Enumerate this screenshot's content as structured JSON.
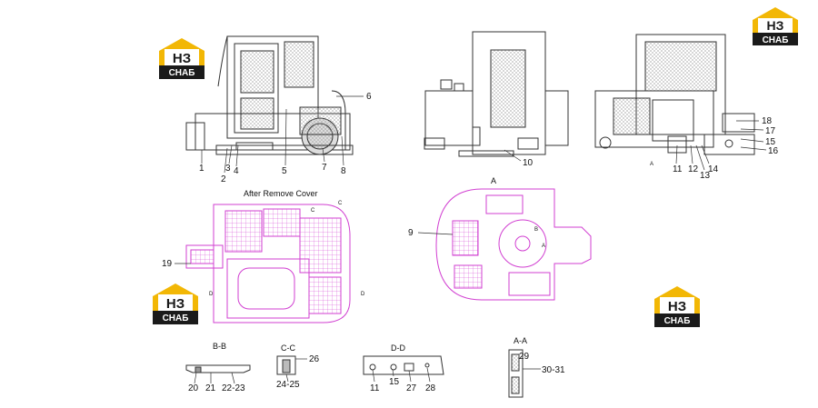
{
  "logo": {
    "mark": "НЗ",
    "caption": "СНАБ"
  },
  "titles": {
    "after_remove_cover": "After Remove Cover",
    "view_a": "A",
    "section_bb": "B-B",
    "section_cc": "C-C",
    "section_dd": "D-D",
    "section_aa": "A-A"
  },
  "markers": {
    "c": "C",
    "b": "B",
    "a": "A",
    "d": "D"
  },
  "callouts": {
    "n1": "1",
    "n2": "2",
    "n3": "3",
    "n4": "4",
    "n5": "5",
    "n6": "6",
    "n7": "7",
    "n8": "8",
    "n9": "9",
    "n10": "10",
    "n11": "11",
    "n12": "12",
    "n13": "13",
    "n14": "14",
    "n15": "15",
    "n16": "16",
    "n17": "17",
    "n18": "18",
    "n19": "19",
    "n20": "20",
    "n21": "21",
    "n22_23": "22-23",
    "n24_25": "24-25",
    "n26": "26",
    "n11b": "11",
    "n15b": "15",
    "n27": "27",
    "n28": "28",
    "n29": "29",
    "n30_31": "30-31"
  },
  "colors": {
    "logo_gold": "#f2b705",
    "logo_dark": "#1a1a1a",
    "magenta": "#d13fd1",
    "line": "#333333"
  }
}
